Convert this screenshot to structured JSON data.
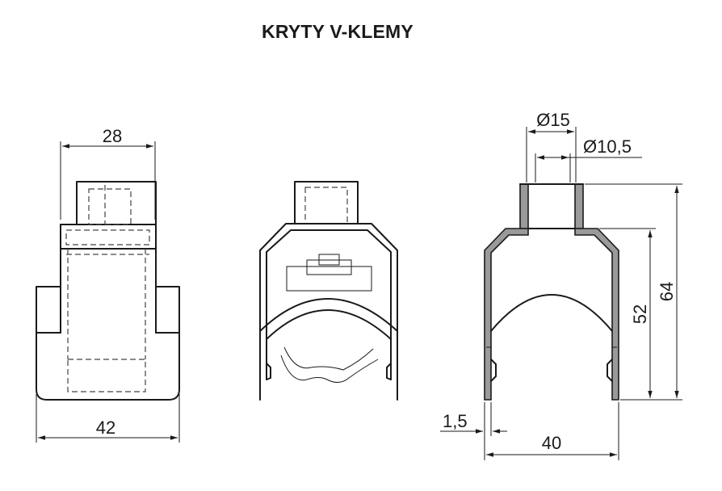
{
  "title": "KRYTY V-KLEMY",
  "dimensions": {
    "front_top_width": "28",
    "front_bottom_width": "42",
    "side_outer_diameter": "Ø15",
    "side_inner_diameter": "Ø10,5",
    "side_wall_thickness": "1,5",
    "side_width": "40",
    "side_inner_height": "52",
    "side_total_height": "64"
  },
  "colors": {
    "line": "#1a1a1a",
    "section_fill": "#9a9a9a"
  }
}
